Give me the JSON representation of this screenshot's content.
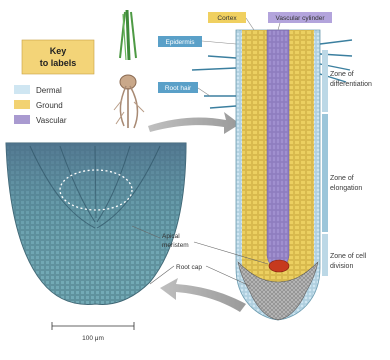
{
  "key": {
    "title_line1": "Key",
    "title_line2": "to labels",
    "items": [
      {
        "label": "Dermal",
        "color": "#cfe6f2"
      },
      {
        "label": "Ground",
        "color": "#f2d272"
      },
      {
        "label": "Vascular",
        "color": "#a99ad0"
      }
    ]
  },
  "root_labels": {
    "cortex": "Cortex",
    "vascular_cylinder": "Vascular cylinder",
    "epidermis": "Epidermis",
    "root_hair": "Root hair"
  },
  "zones": {
    "differentiation_l1": "Zone of",
    "differentiation_l2": "differentiation",
    "elongation_l1": "Zone of",
    "elongation_l2": "elongation",
    "cell_division_l1": "Zone of cell",
    "cell_division_l2": "division"
  },
  "tip_labels": {
    "apical_meristem_l1": "Apical",
    "apical_meristem_l2": "meristem",
    "root_cap": "Root cap"
  },
  "scale_bar": "100 μm",
  "colors": {
    "dermal": "#cfe6f2",
    "ground": "#e8c84e",
    "vascular": "#9b8bc9",
    "label_tag": "#5aa0c8",
    "cortex_tag": "#f0d060",
    "vascular_tag": "#b3a4dc",
    "micrograph": "#5f9aa8"
  }
}
